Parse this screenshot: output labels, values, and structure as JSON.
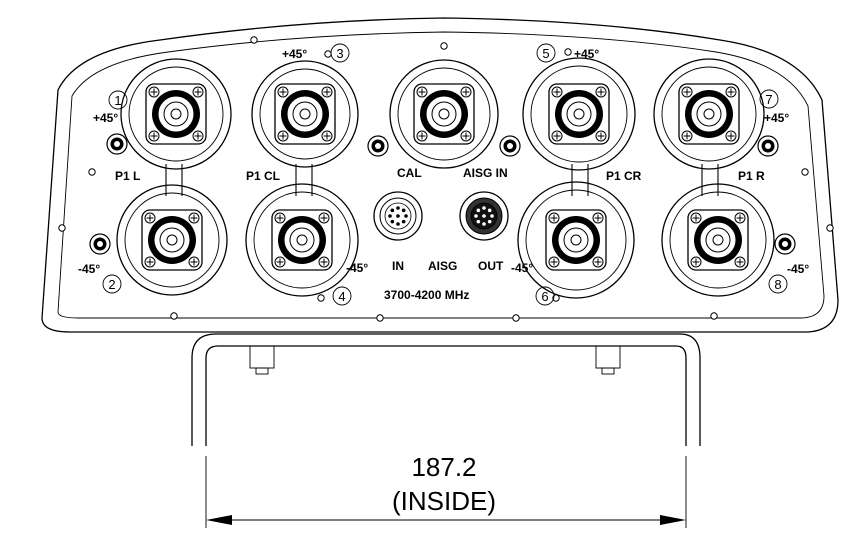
{
  "port_numbers": [
    "1",
    "2",
    "3",
    "4",
    "5",
    "6",
    "7",
    "8"
  ],
  "polarization": {
    "plus": "+45°",
    "minus": "-45°"
  },
  "port_groups": [
    "P1 L",
    "P1 CL",
    "P1 CR",
    "P1 R"
  ],
  "center_labels": {
    "cal": "CAL",
    "aisg_in_top": "AISG IN",
    "in": "IN",
    "aisg": "AISG",
    "out": "OUT"
  },
  "frequency": "3700-4200 MHz",
  "dimension": {
    "value": "187.2",
    "note": "(INSIDE)"
  }
}
